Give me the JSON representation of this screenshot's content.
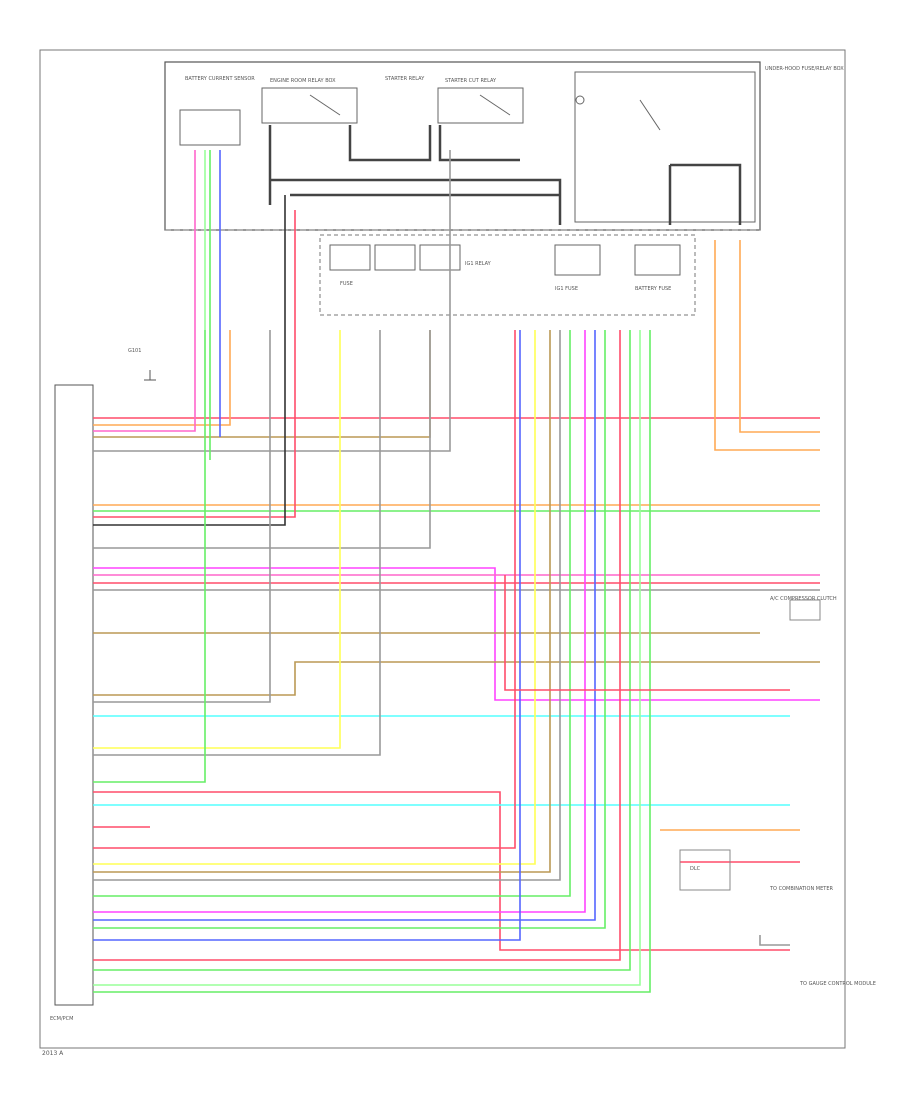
{
  "diagram": {
    "top_blocks": [
      {
        "label": "BATTERY CURRENT SENSOR"
      },
      {
        "label": "ENGINE ROOM RELAY BOX"
      },
      {
        "label": "STARTER RELAY"
      },
      {
        "label": "STARTER CUT RELAY"
      },
      {
        "label": "UNDER-HOOD FUSE/RELAY BOX"
      }
    ],
    "mid_blocks": [
      {
        "label": "FUSE"
      },
      {
        "label": "IG1 RELAY"
      },
      {
        "label": "IG1 FUSE"
      },
      {
        "label": "BATTERY FUSE"
      }
    ],
    "ecm": {
      "label": "ECM/PCM"
    },
    "notes": [
      {
        "label": "G101"
      },
      {
        "label": "DLC"
      }
    ],
    "right_refs": [
      {
        "label": "A/C COMPRESSOR CLUTCH"
      },
      {
        "label": "TO COMBINATION METER"
      },
      {
        "label": "TO GAUGE CONTROL MODULE"
      }
    ],
    "footer": {
      "label": "2013 A"
    },
    "wire_colors": {
      "red": "#ff4d6a",
      "pink": "#ff66cc",
      "magenta": "#ff44ff",
      "blue": "#5566ff",
      "green": "#66ee66",
      "lightgreen": "#99ff99",
      "yellow": "#ffff55",
      "orange": "#ffaa55",
      "cyan": "#55ffff",
      "brown": "#bb9955",
      "gray": "#999999",
      "black": "#333333"
    }
  }
}
